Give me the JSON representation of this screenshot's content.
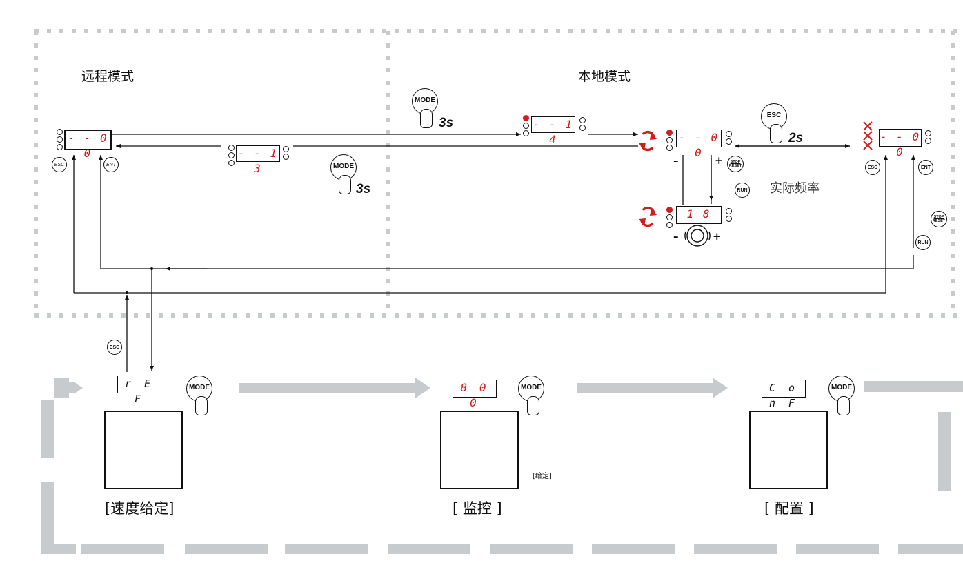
{
  "modes": {
    "remote": "远程模式",
    "local": "本地模式"
  },
  "displays": {
    "remote_main": "- - 0 0",
    "remote_13": "- - 1 3",
    "local_14": "- - 1 4",
    "local_main": "- - 0 0",
    "local_18": "1 8",
    "right_main": "- - 0 0",
    "ref": "r E F",
    "monitor": "8 0 0",
    "conf": "C o n F"
  },
  "buttons": {
    "esc": "ESC",
    "ent": "ENT",
    "run": "RUN",
    "stop_top": "STOP",
    "stop_bottom": "RESET",
    "mode": "MODE"
  },
  "durations": {
    "mode_top": "3s",
    "mode_bottom": "3s",
    "esc": "2s"
  },
  "signs": {
    "minus": "–",
    "plus": "+"
  },
  "labels": {
    "actual_freq": "实际频率",
    "note": "[给定]"
  },
  "menus": [
    {
      "label": "[速度给定]"
    },
    {
      "label": "[ 监控 ]"
    },
    {
      "label": "[ 配置 ]"
    }
  ],
  "colors": {
    "accent_red": "#d01d1d",
    "frame_gray": "#c8cbce",
    "line": "#111111"
  }
}
